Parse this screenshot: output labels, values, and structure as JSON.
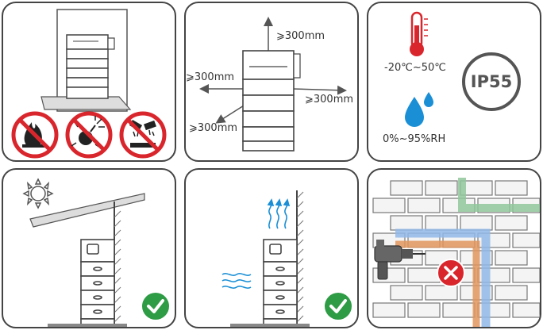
{
  "clearance": {
    "top": "⩾300mm",
    "left": "⩾300mm",
    "right": "⩾300mm",
    "front": "⩾300mm"
  },
  "environment": {
    "temperature_range": "-20℃~50℃",
    "humidity_range": "0%~95%RH",
    "protection_rating": "IP55"
  },
  "colors": {
    "prohibited_red": "#d9262c",
    "check_green": "#2e9b45",
    "humidity_blue": "#1a8fd6",
    "thermometer_red": "#d9262c",
    "pipe_green": "#8fc79a",
    "pipe_blue": "#8fb7e8",
    "pipe_orange": "#e2955c"
  },
  "icons": {
    "no_flame": "no-flame-icon",
    "no_explosive": "no-explosive-icon",
    "no_corrosive": "no-corrosive-icon",
    "sun": "sun-icon",
    "heat_waves": "heat-waves-icon",
    "airflow": "airflow-icon",
    "thermometer": "thermometer-icon",
    "water_drop": "water-drop-icon",
    "check": "check-icon",
    "prohibited": "prohibited-icon",
    "drill": "drill-icon"
  }
}
